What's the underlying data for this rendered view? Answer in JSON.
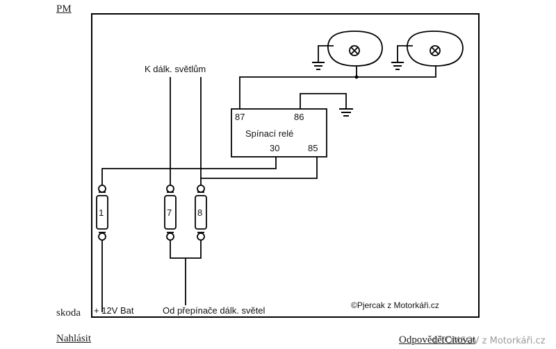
{
  "page": {
    "top_link": "PM",
    "left_label": "skoda",
    "report_link": "Nahlásit",
    "reply_link": "OdpovědětCitovat",
    "watermark": "©TOMSOV z Motorkáři.cz"
  },
  "diagram": {
    "relay_label": "Spínací relé",
    "pin_87": "87",
    "pin_86": "86",
    "pin_30": "30",
    "pin_85": "85",
    "to_lights_label": "K dálk. světlům",
    "fuse_1": "1",
    "fuse_7": "7",
    "fuse_8": "8",
    "battery_label": "+ 12V Bat",
    "switch_label": "Od přepínače dálk. světel",
    "copyright": "©Pjercak z Motorkáři.cz"
  }
}
